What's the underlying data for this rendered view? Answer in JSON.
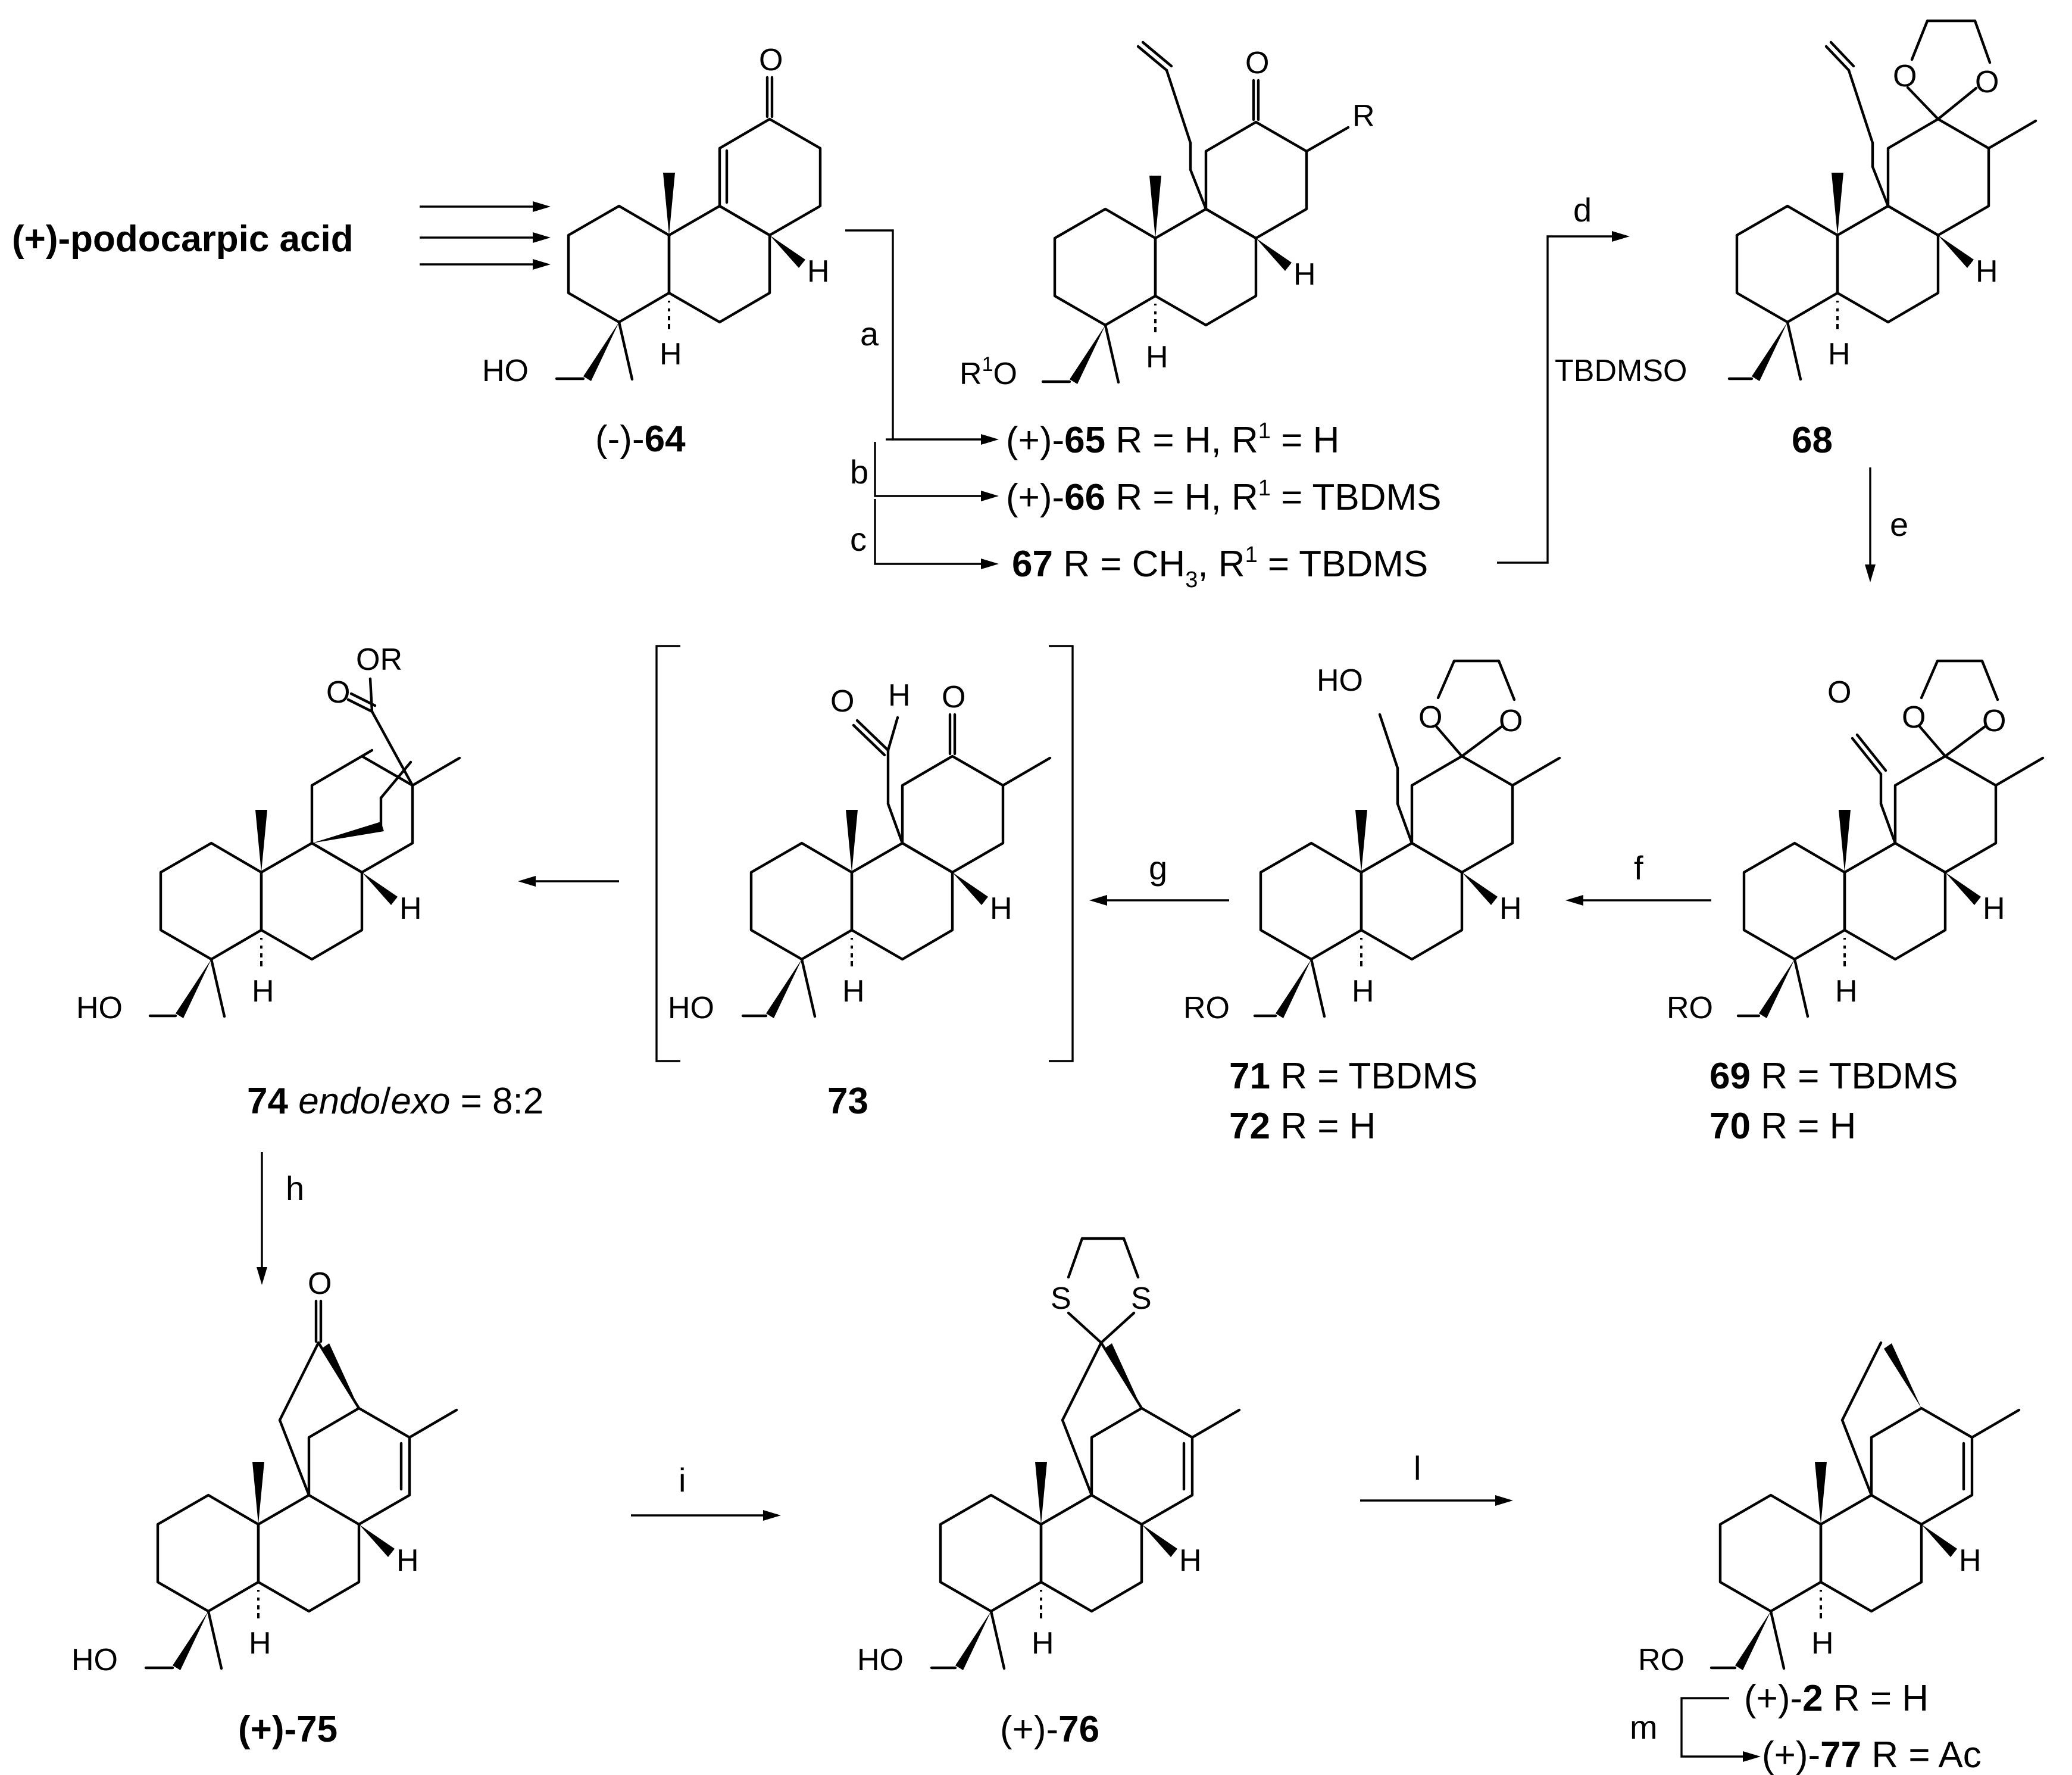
{
  "start": {
    "text": "(+)-podocarpic acid"
  },
  "steps": {
    "a": "a",
    "b": "b",
    "c": "c",
    "d": "d",
    "e": "e",
    "f": "f",
    "g": "g",
    "h": "h",
    "i": "i",
    "l": "l",
    "m": "m"
  },
  "compounds": {
    "c64": {
      "prefix": "(-)-",
      "num": "64"
    },
    "c65": {
      "prefix": "(+)-",
      "num": "65",
      "rest": " R = H, R",
      "sup": "1",
      "tail": " = H"
    },
    "c66": {
      "prefix": "(+)-",
      "num": "66",
      "rest": " R = H, R",
      "sup": "1",
      "tail": " = TBDMS"
    },
    "c67": {
      "num": "67",
      "rest": " R = CH",
      "sub": "3",
      "rest2": ", R",
      "sup": "1",
      "tail": " = TBDMS"
    },
    "c68": {
      "num": "68"
    },
    "c69": {
      "num": "69",
      "rest": " R = TBDMS"
    },
    "c70": {
      "num": "70",
      "rest": " R = H"
    },
    "c71": {
      "num": "71",
      "rest": " R = TBDMS"
    },
    "c72": {
      "num": "72",
      "rest": " R = H"
    },
    "c73": {
      "num": "73"
    },
    "c74": {
      "num": "74",
      "endo": "endo",
      "slash": "/",
      "exo": "exo",
      "ratio": " = 8:2"
    },
    "c75": {
      "label": "(+)-75"
    },
    "c76": {
      "prefix": "(+)-",
      "num": "76"
    },
    "c2": {
      "prefix": "(+)-",
      "num": "2",
      "rest": "   R = H"
    },
    "c77": {
      "prefix": "(+)-",
      "num": "77",
      "rest": " R = Ac"
    }
  },
  "atoms": {
    "O": "O",
    "H": "H",
    "R": "R",
    "S": "S",
    "HO": "HO",
    "RO": "RO",
    "R1O_R": "R",
    "R1O_sup": "1",
    "R1O_O": "O",
    "TBDMSO": "TBDMSO",
    "OR": "OR"
  }
}
